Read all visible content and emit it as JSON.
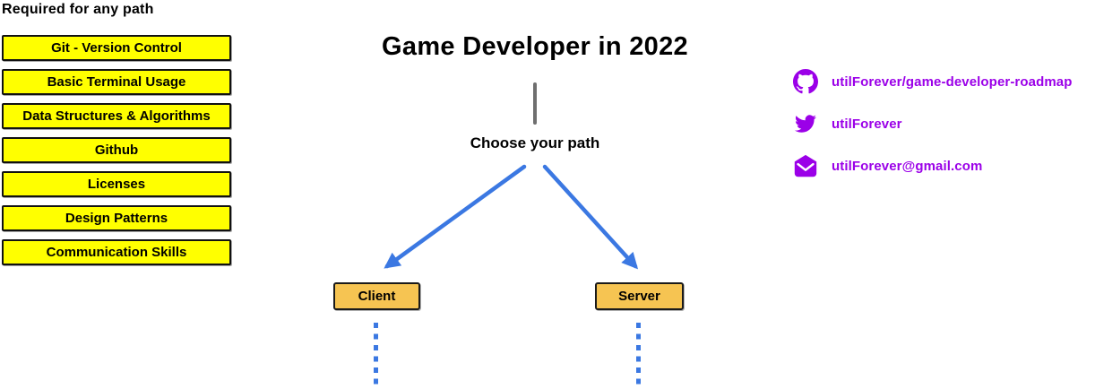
{
  "required_section": {
    "heading": "Required for any path",
    "items": [
      "Git - Version Control",
      "Basic Terminal Usage",
      "Data Structures & Algorithms",
      "Github",
      "Licenses",
      "Design Patterns",
      "Communication Skills"
    ]
  },
  "main": {
    "title": "Game Developer in 2022",
    "choose_label": "Choose your path",
    "paths": [
      {
        "label": "Client"
      },
      {
        "label": "Server"
      }
    ]
  },
  "contact": {
    "links": [
      {
        "icon": "github-icon",
        "label": "utilForever/game-developer-roadmap"
      },
      {
        "icon": "twitter-icon",
        "label": "utilForever"
      },
      {
        "icon": "email-icon",
        "label": "utilForever@gmail.com"
      }
    ]
  },
  "colors": {
    "highlight_yellow": "#FFFF00",
    "node_orange": "#F6C452",
    "arrow_blue": "#3B78E2",
    "link_purple": "#9B00E8",
    "divider_gray": "#6F6F6F"
  }
}
